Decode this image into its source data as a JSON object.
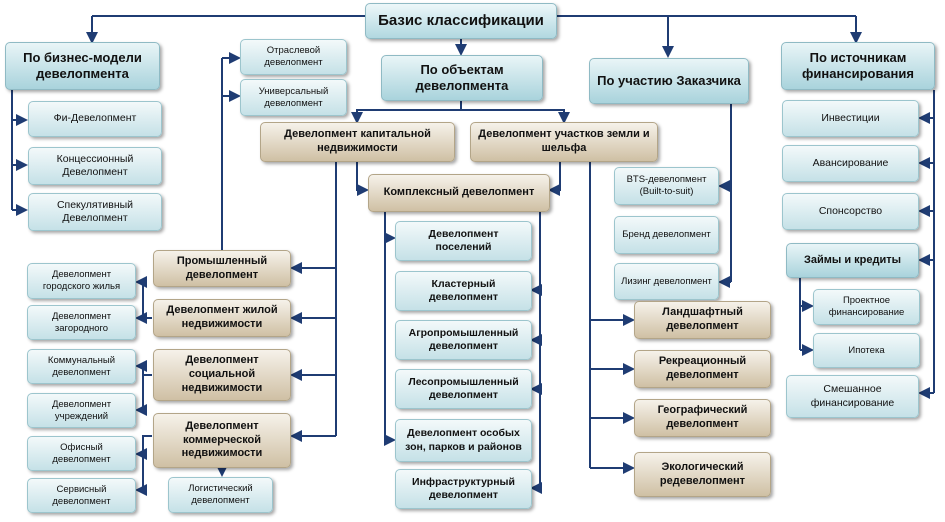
{
  "root": "Базис классификации",
  "categories": {
    "business": "По бизнес-модели девелопмента",
    "objects": "По объектам девелопмента",
    "customer": "По участию Заказчика",
    "funding": "По источникам финансирования"
  },
  "business_items": [
    "Фи-Девелопмент",
    "Концессионный Девелопмент",
    "Спекулятивный Девелопмент"
  ],
  "industry": [
    "Отраслевой девелопмент",
    "Универсальный девелопмент"
  ],
  "capital": "Девелопмент капитальной недвижимости",
  "land": "Девелопмент участков земли и шельфа",
  "complex": "Комплексный девелопмент",
  "complex_items": [
    "Девелопмент поселений",
    "Кластерный девелопмент",
    "Агропромышленный девелопмент",
    "Лесопромышленный девелопмент",
    "Девелопмент особых зон, парков и районов",
    "Инфраструктурный девелопмент"
  ],
  "capital_types": [
    "Промышленный девелопмент",
    "Девелопмент жилой недвижимости",
    "Девелопмент социальной недвижимости",
    "Девелопмент коммерческой недвижимости"
  ],
  "residential_sub": [
    "Девелопмент городского жилья",
    "Девелопмент загородного"
  ],
  "social_sub": [
    "Коммунальный девелопмент",
    "Девелопмент учреждений"
  ],
  "commercial_sub": [
    "Офисный девелопмент",
    "Сервисный девелопмент",
    "Логистический девелопмент"
  ],
  "customer_items": [
    "BTS-девелопмент (Built-to-suit)",
    "Бренд девелопмент",
    "Лизинг девелопмент"
  ],
  "land_items": [
    "Ландшафтный девелопмент",
    "Рекреационный девелопмент",
    "Географический девелопмент",
    "Экологический редевелопмент"
  ],
  "funding_items": [
    "Инвестиции",
    "Авансирование",
    "Спонсорство",
    "Займы и кредиты",
    "Смешанное финансирование"
  ],
  "loans_sub": [
    "Проектное финансирование",
    "Ипотека"
  ],
  "colors": {
    "line": "#1f3c73",
    "teal": "#a9d3dc",
    "beige": "#cfc0a4"
  }
}
